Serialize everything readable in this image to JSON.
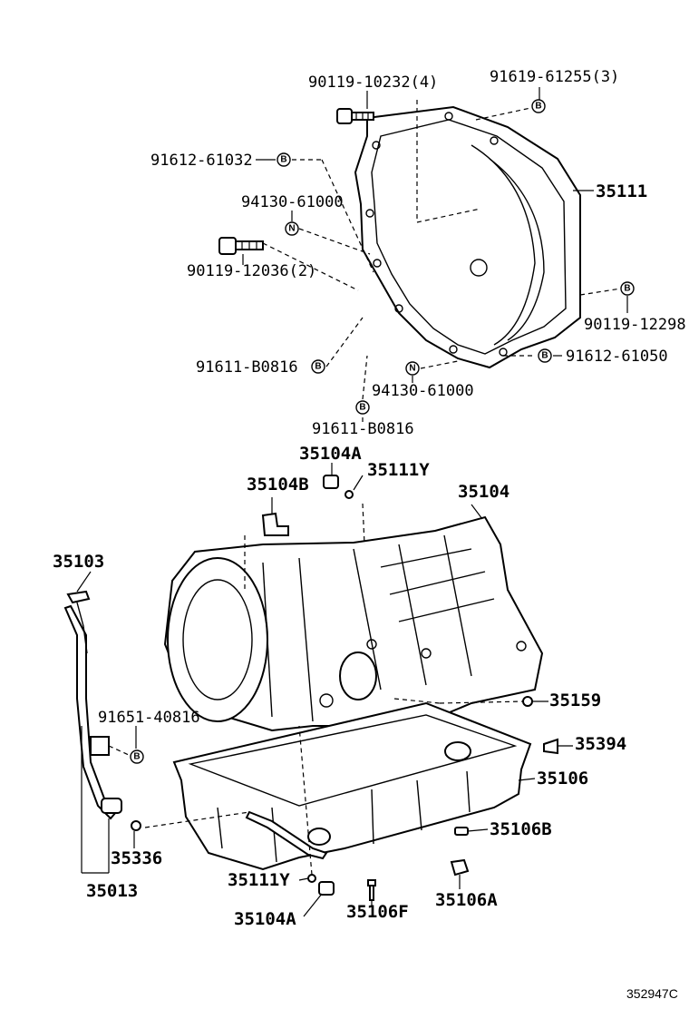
{
  "figure_id": "352947C",
  "marker_letters": {
    "b": "B",
    "n": "N"
  },
  "labels": {
    "p90119_10232": "90119-10232(4)",
    "p91619_61255": "91619-61255(3)",
    "p91612_61032": "91612-61032",
    "p35111": "35111",
    "p94130_61000_top": "94130-61000",
    "p90119_12036": "90119-12036(2)",
    "p90119_12298": "90119-12298",
    "p91611_b0816_left": "91611-B0816",
    "p91612_61050": "91612-61050",
    "p94130_61000_bot": "94130-61000",
    "p91611_b0816_bot": "91611-B0816",
    "p35104a_top": "35104A",
    "p35104b": "35104B",
    "p35111y_top": "35111Y",
    "p35104": "35104",
    "p35103": "35103",
    "p91651_40816": "91651-40816",
    "p35159": "35159",
    "p35394": "35394",
    "p35106": "35106",
    "p35106b": "35106B",
    "p35336": "35336",
    "p35111y_bot": "35111Y",
    "p35013": "35013",
    "p35106a": "35106A",
    "p35104a_bot": "35104A",
    "p35106f": "35106F"
  }
}
